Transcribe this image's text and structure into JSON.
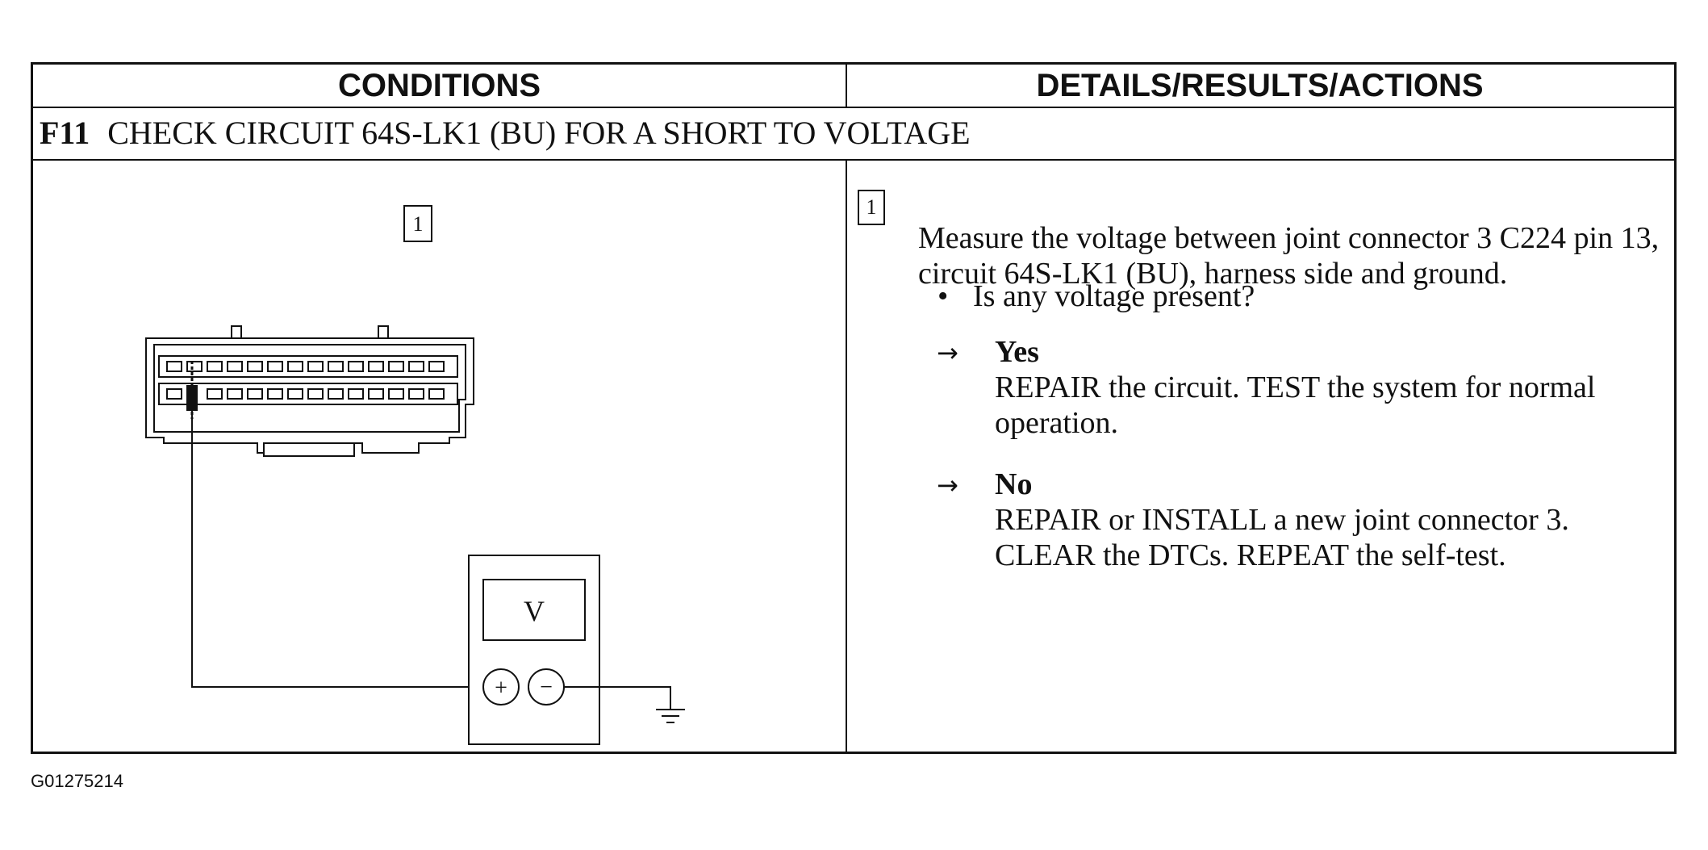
{
  "header": {
    "conditions": "CONDITIONS",
    "details": "DETAILS/RESULTS/ACTIONS"
  },
  "step": {
    "number": "F11",
    "title": "CHECK CIRCUIT 64S-LK1 (BU) FOR A SHORT TO VOLTAGE"
  },
  "diagram": {
    "callout": "1",
    "meter_display": "V",
    "plus_symbol": "+",
    "minus_symbol": "−"
  },
  "details": {
    "callout": "1",
    "instruction": "Measure the voltage between joint connector 3 C224 pin 13, circuit 64S-LK1 (BU), harness side and ground.",
    "question": "Is any voltage present?",
    "bullet": "•",
    "arrow": "→",
    "yes_label": "Yes",
    "yes_action": "REPAIR the circuit. TEST the system for normal operation.",
    "no_label": "No",
    "no_action": "REPAIR or INSTALL a new joint connector 3. CLEAR the DTCs. REPEAT the self-test."
  },
  "figure_id": "G01275214"
}
